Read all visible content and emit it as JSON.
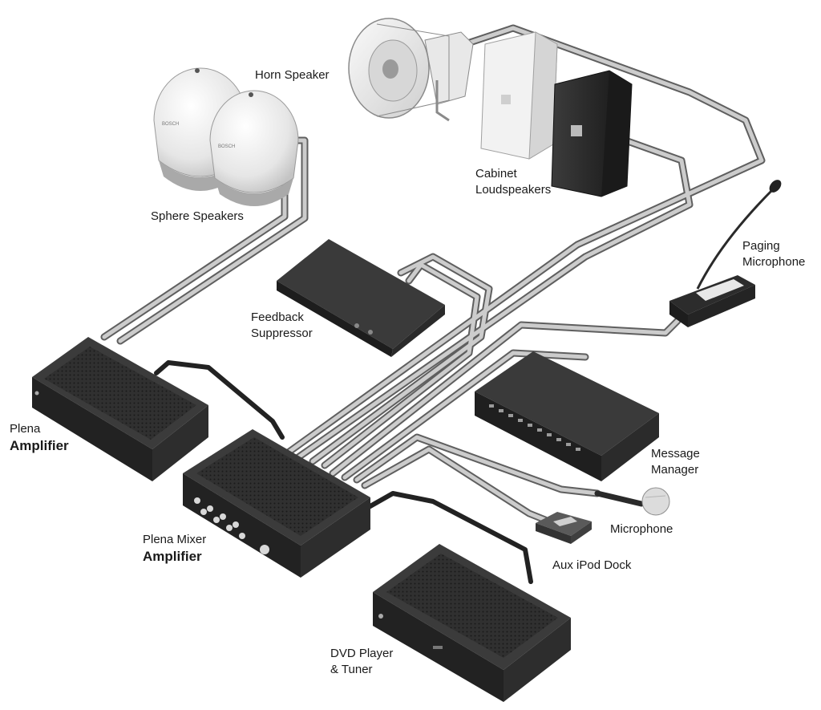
{
  "labels": {
    "horn_speaker": "Horn Speaker",
    "sphere_speakers": "Sphere Speakers",
    "cabinet_line1": "Cabinet",
    "cabinet_line2": "Loudspeakers",
    "paging_line1": "Paging",
    "paging_line2": "Microphone",
    "feedback_line1": "Feedback",
    "feedback_line2": "Suppressor",
    "plena_amp_line1": "Plena",
    "plena_amp_line2": "Amplifier",
    "message_line1": "Message",
    "message_line2": "Manager",
    "microphone": "Microphone",
    "mixer_line1": "Plena Mixer",
    "mixer_line2": "Amplifier",
    "ipod_dock": "Aux iPod Dock",
    "dvd_line1": "DVD Player",
    "dvd_line2": "& Tuner"
  },
  "colors": {
    "cable": "#c9c9c9",
    "cable_edge": "#5f5f5f",
    "device_dark": "#2b2b2b",
    "device_top": "#3a3a3a",
    "speaker_white": "#eeeeee"
  }
}
